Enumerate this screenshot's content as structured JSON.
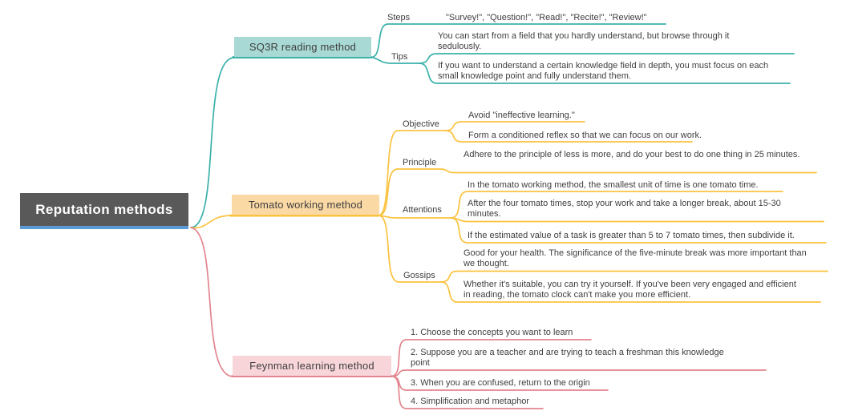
{
  "root": {
    "label": "Reputation methods"
  },
  "branches": [
    {
      "label": "SQ3R reading method",
      "children": [
        {
          "label": "Steps",
          "children": [
            {
              "text": "\"Survey!\", \"Question!\", \"Read!\", \"Recite!\", \"Review!\""
            }
          ]
        },
        {
          "label": "Tips",
          "children": [
            {
              "text": "You can start from a field that you hardly understand, but browse through it sedulously."
            },
            {
              "text": "If you want to understand a certain knowledge field in depth, you must focus on each small knowledge point and fully understand them."
            }
          ]
        }
      ]
    },
    {
      "label": "Tomato working method",
      "children": [
        {
          "label": "Objective",
          "children": [
            {
              "text": "Avoid \"ineffective learning.\""
            },
            {
              "text": "Form a conditioned reflex so that we can focus on our work."
            }
          ]
        },
        {
          "label": "Principle",
          "children": [
            {
              "text": "Adhere to the principle of less is more, and do your best to do one thing in 25 minutes."
            }
          ]
        },
        {
          "label": "Attentions",
          "children": [
            {
              "text": "In the tomato working method, the smallest unit of time is one tomato time."
            },
            {
              "text": "After the four tomato times, stop your work and take a longer break, about 15-30 minutes."
            },
            {
              "text": "If the estimated value of a task is greater than 5 to 7 tomato times, then subdivide it."
            }
          ]
        },
        {
          "label": "Gossips",
          "children": [
            {
              "text": "Good for your health. The significance of the five-minute break was more important than we thought."
            },
            {
              "text": "Whether it's suitable, you can try it yourself. If you've been very engaged and efficient in reading, the tomato clock can't make you more efficient."
            }
          ]
        }
      ]
    },
    {
      "label": "Feynman learning method",
      "children": [
        {
          "text": "1. Choose the concepts you want to learn"
        },
        {
          "text": "2. Suppose you are a teacher and are trying to teach a freshman this knowledge point"
        },
        {
          "text": "3. When you are confused, return to the origin"
        },
        {
          "text": "4. Simplification and metaphor"
        }
      ]
    }
  ],
  "colors": {
    "teal": "#3cb1aa",
    "teal-fill": "#a8d9d4",
    "yellow": "#fbc23f",
    "yellow-fill": "#fbd9a5",
    "pink": "#e2858f",
    "pink-fill": "#f8d5d9",
    "blue": "#5b9bd5",
    "root-bg": "#595959"
  }
}
